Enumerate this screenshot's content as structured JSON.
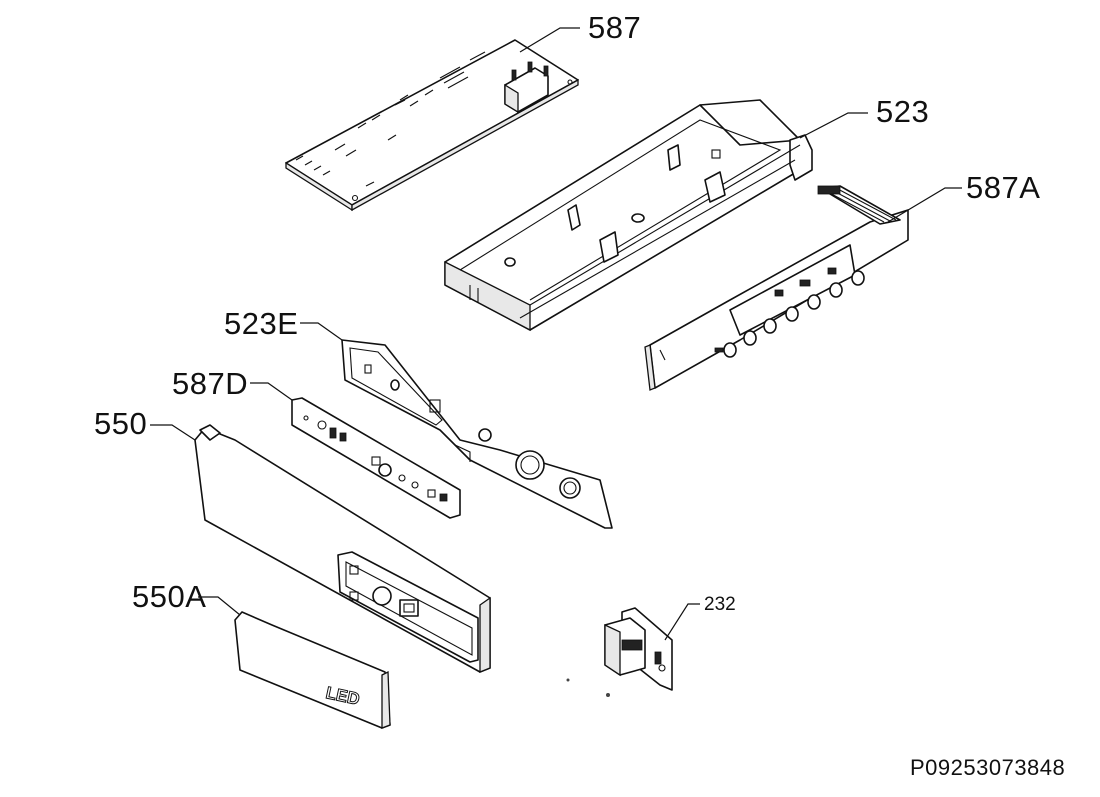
{
  "diagram": {
    "callouts": [
      {
        "id": "587",
        "label": "587"
      },
      {
        "id": "523",
        "label": "523"
      },
      {
        "id": "587A",
        "label": "587A"
      },
      {
        "id": "523E",
        "label": "523E"
      },
      {
        "id": "587D",
        "label": "587D"
      },
      {
        "id": "550",
        "label": "550"
      },
      {
        "id": "550A",
        "label": "550A"
      },
      {
        "id": "232",
        "label": "232"
      }
    ],
    "embossed_text": "LED",
    "reference_code": "P09253073848"
  }
}
